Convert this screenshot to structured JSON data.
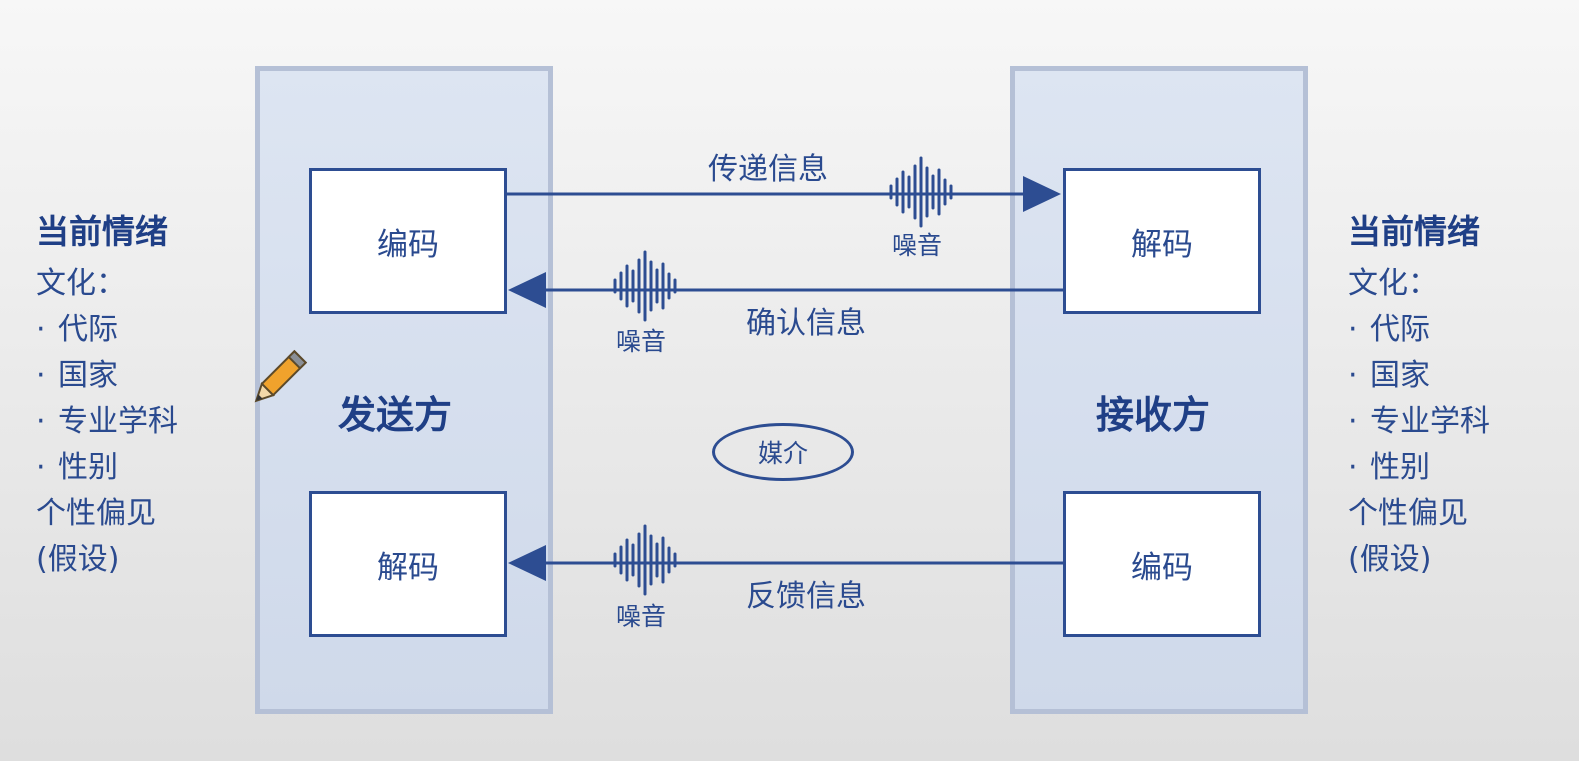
{
  "left_notes": {
    "title": "当前情绪",
    "culture": "文化：",
    "items": [
      "代际",
      "国家",
      "专业学科",
      "性别"
    ],
    "bias": "个性偏见",
    "assumption": "(假设)"
  },
  "right_notes": {
    "title": "当前情绪",
    "culture": "文化：",
    "items": [
      "代际",
      "国家",
      "专业学科",
      "性别"
    ],
    "bias": "个性偏见",
    "assumption": "(假设)"
  },
  "sender": {
    "label": "发送方",
    "encode": "编码",
    "decode": "解码"
  },
  "receiver": {
    "label": "接收方",
    "decode": "解码",
    "encode": "编码"
  },
  "messages": {
    "transmit": "传递信息",
    "confirm": "确认信息",
    "feedback": "反馈信息"
  },
  "noise": "噪音",
  "medium": "媒介",
  "colors": {
    "primary": "#2d4d92",
    "panel": "#d4ddee",
    "panel_border": "#b5c0d6"
  }
}
